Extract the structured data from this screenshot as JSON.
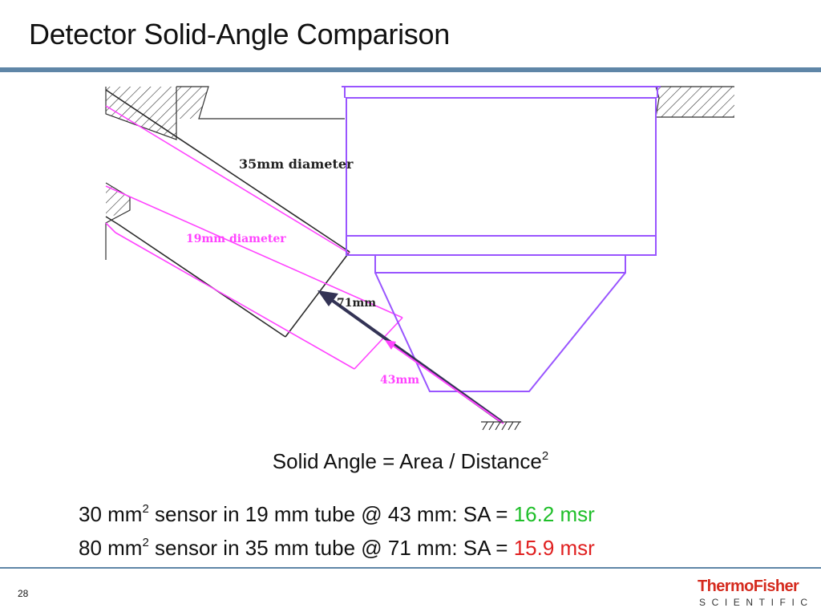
{
  "slide": {
    "title": "Detector Solid-Angle Comparison",
    "page_number": "28"
  },
  "diagram": {
    "label_35mm": "35mm diameter",
    "label_19mm": "19mm diameter",
    "label_71mm": "71mm",
    "label_43mm": "43mm",
    "colors": {
      "tube_35mm": "#2b2b2b",
      "tube_19mm": "#ff44ff",
      "pole_piece": "#9955ff",
      "arrow_71mm": "#333355"
    }
  },
  "formula": {
    "text": "Solid Angle = Area / Distance",
    "superscript": "2"
  },
  "lines": [
    {
      "prefix": "30 mm",
      "superscript": "2",
      "middle": " sensor in 19 mm tube @ 43 mm: SA = ",
      "value": "16.2 msr",
      "value_color": "#1fbf2a"
    },
    {
      "prefix": "80 mm",
      "superscript": "2",
      "middle": " sensor in 35 mm tube @ 71 mm: SA = ",
      "value": "15.9 msr",
      "value_color": "#e02020"
    }
  ],
  "logo": {
    "top_text": "ThermoFisher",
    "bottom_text": "SCIENTIFIC"
  }
}
